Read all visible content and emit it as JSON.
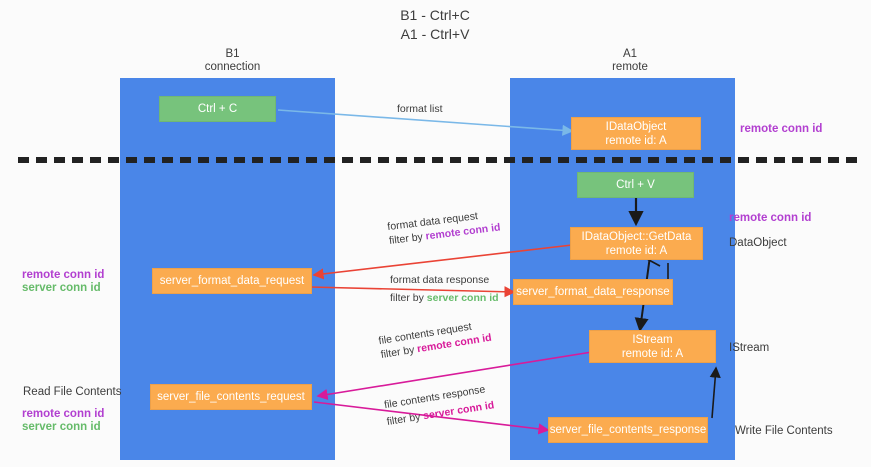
{
  "title": "B1 - Ctrl+C\nA1 - Ctrl+V",
  "lanes": [
    {
      "id": "b1",
      "header": "B1\nconnection"
    },
    {
      "id": "a1",
      "header": "A1\nremote"
    }
  ],
  "nodes": {
    "ctrl_c": "Ctrl + C",
    "ctrl_v": "Ctrl + V",
    "idataobject": "IDataObject\nremote id: A",
    "idataobject_getdata": "IDataObject::GetData\nremote id: A",
    "server_format_data_request": "server_format_data_request",
    "server_format_data_response": "server_format_data_response",
    "istream": "IStream\nremote id: A",
    "server_file_contents_request": "server_file_contents_request",
    "server_file_contents_response": "server_file_contents_response"
  },
  "edges": {
    "format_list": "format list",
    "format_data_request": "format data request",
    "format_data_request_filter_prefix": "filter by ",
    "format_data_request_filter_key": "remote conn id",
    "format_data_response": "format data response",
    "format_data_response_filter_prefix": "filter by ",
    "format_data_response_filter_key": "server conn id",
    "file_contents_request": "file contents request",
    "file_contents_request_filter_prefix": "filter by ",
    "file_contents_request_filter_key": "remote conn id",
    "file_contents_response": "file contents response",
    "file_contents_response_filter_prefix": "filter by ",
    "file_contents_response_filter_key": "server conn id"
  },
  "annotations": {
    "right_remote_conn_id_top": "remote conn id",
    "right_remote_conn_id_mid": "remote conn id",
    "right_dataobject": "DataObject",
    "right_istream": "IStream",
    "right_write_file_contents": "Write File Contents",
    "left_remote_conn_id": "remote conn id",
    "left_server_conn_id": "server conn id",
    "left_read_file_contents": "Read File Contents",
    "left_remote_conn_id_2": "remote conn id",
    "left_server_conn_id_2": "server conn id"
  },
  "colors": {
    "lane": "#4a86e8",
    "node_green": "#77c37c",
    "node_orange": "#fbab4f",
    "accent_purple": "#b23fd0",
    "accent_green": "#66bb6a",
    "accent_magenta": "#d81b9a",
    "accent_red": "#ea4335",
    "accent_blue": "#7ab8e8",
    "divider": "#222222"
  }
}
